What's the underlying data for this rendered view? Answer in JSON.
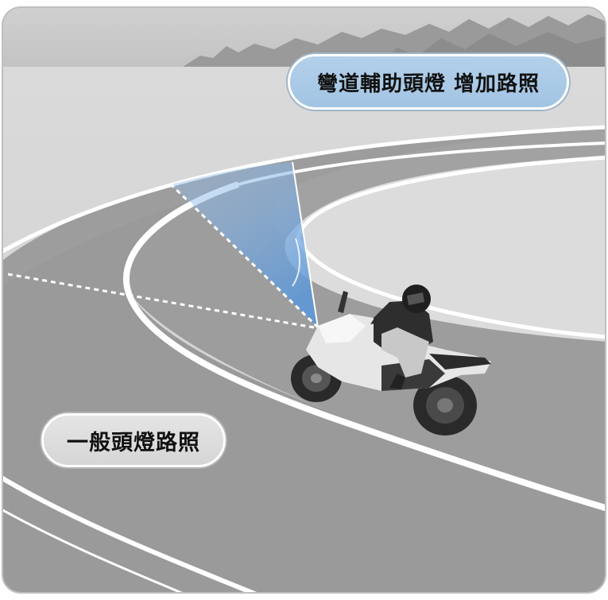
{
  "labels": {
    "cornering_light": "彎道輔助頭燈 增加路照",
    "normal_light": "一般頭燈路照"
  },
  "colors": {
    "frame": "#c9c9c9",
    "road": "#9a9a9a",
    "lane_line": "#ffffff",
    "infield": "#dcdcdc",
    "cornering_beam": "#7eb0e6",
    "cornering_pill": "#a9c9e7",
    "normal_pill": "#dedede"
  },
  "icons": [
    "motorcycle-rider-illustration",
    "mountain-silhouette"
  ]
}
